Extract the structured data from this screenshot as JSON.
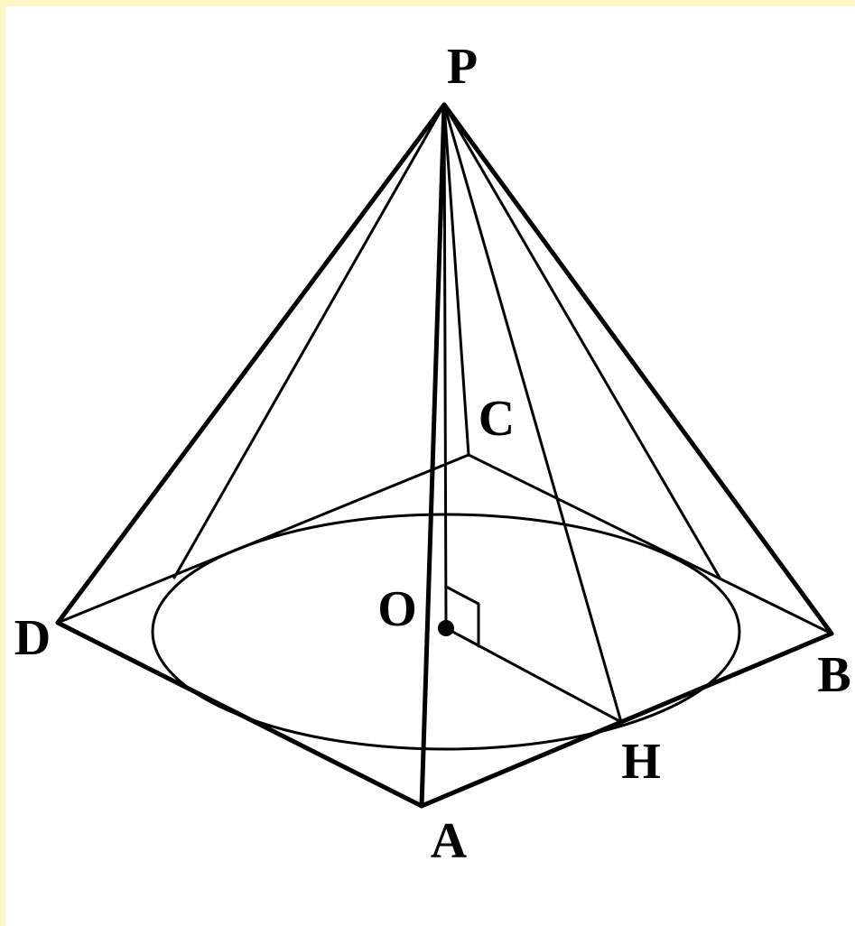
{
  "diagram": {
    "labels": {
      "P": "P",
      "C": "C",
      "O": "O",
      "D": "D",
      "B": "B",
      "H": "H",
      "A": "A"
    },
    "colors": {
      "stroke": "#000000",
      "background": "#FFFFFF",
      "frame": "#FFF6C6"
    }
  }
}
